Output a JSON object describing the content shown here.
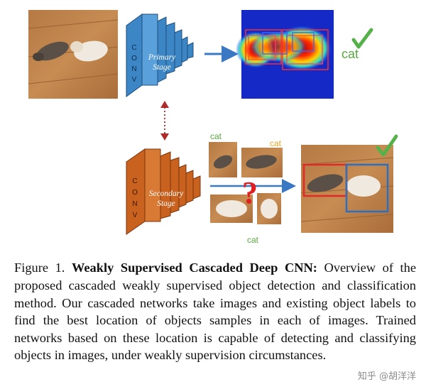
{
  "figure": {
    "primary_net": {
      "conv_letters": [
        "C",
        "O",
        "N",
        "V"
      ],
      "stage_line1": "Primary",
      "stage_line2": "Stage",
      "color": "#3d86c6"
    },
    "secondary_net": {
      "conv_letters": [
        "C",
        "O",
        "N",
        "V"
      ],
      "stage_line1": "Secondary",
      "stage_line2": "Stage",
      "color": "#c8621e"
    },
    "heatmap_label": "cat",
    "crop_labels": [
      "cat",
      "cat",
      "cat"
    ],
    "question_mark": "?",
    "colors": {
      "label_green": "#5aa844",
      "label_orange": "#e6a520",
      "check_green": "#57b14a",
      "question_red": "#e02020",
      "arrow_blue": "#3b78c4",
      "box_red": "#e02a2a",
      "box_blue": "#2f6fc0"
    }
  },
  "caption": {
    "lead": "Figure 1. ",
    "bold": "Weakly Supervised Cascaded Deep CNN:",
    "body": " Overview of the proposed cascaded weakly supervised object detection and classification method. Our cascaded networks take images and existing object labels to find the best location of objects samples in each of images.  Trained networks based on these location is capable of detecting and classifying objects in images, under weakly supervision circumstances."
  },
  "watermark": "知乎 @胡洋洋"
}
